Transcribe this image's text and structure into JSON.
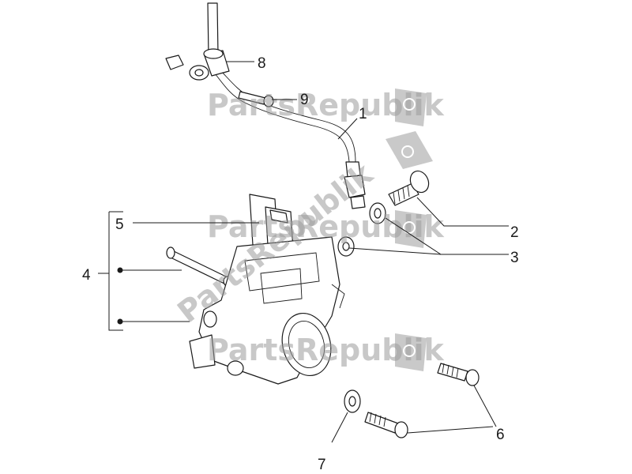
{
  "watermark": {
    "text": "PartsRepublik"
  },
  "callouts": {
    "c1": "1",
    "c2": "2",
    "c3": "3",
    "c4": "4",
    "c5": "5",
    "c6": "6",
    "c7": "7",
    "c8": "8",
    "c9": "9"
  }
}
